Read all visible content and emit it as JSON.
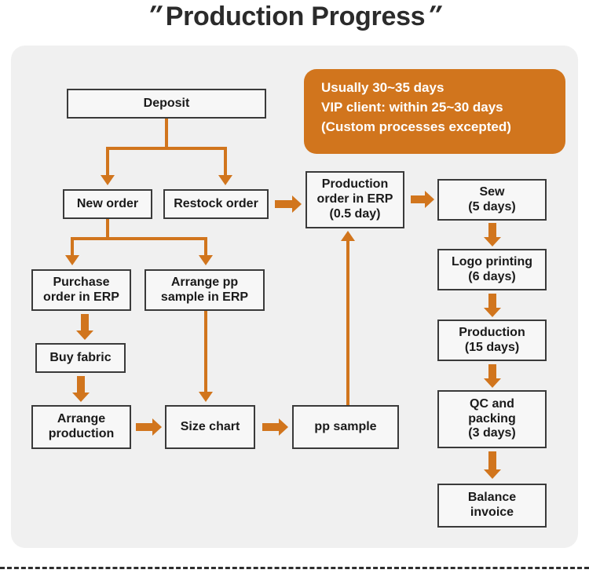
{
  "title": {
    "quote_left": "″",
    "text": "Production Progress",
    "quote_right": "″"
  },
  "colors": {
    "accent_orange": "#d1751d",
    "panel_background": "#f0f0f0",
    "node_border": "#3a3a3a",
    "node_fill": "#f7f7f7",
    "text": "#1a1a1a",
    "callout_text": "#ffffff"
  },
  "callout": {
    "line1": "Usually 30~35 days",
    "line2": "VIP client: within 25~30 days",
    "line3": "(Custom processes excepted)",
    "text": "Usually 30~35 days\nVIP client: within 25~30 days\n(Custom processes excepted)"
  },
  "nodes": {
    "deposit": {
      "label": "Deposit"
    },
    "new_order": {
      "label": "New order"
    },
    "restock_order": {
      "label": "Restock order"
    },
    "purchase_order": {
      "label": "Purchase\norder in ERP"
    },
    "arrange_pp": {
      "label": "Arrange pp\nsample in ERP"
    },
    "buy_fabric": {
      "label": "Buy fabric"
    },
    "arrange_production": {
      "label": "Arrange\nproduction"
    },
    "size_chart": {
      "label": "Size chart"
    },
    "pp_sample": {
      "label": "pp sample"
    },
    "production_order": {
      "label": "Production\norder in ERP\n(0.5 day)"
    },
    "sew": {
      "label": "Sew\n(5 days)"
    },
    "logo_printing": {
      "label": "Logo printing\n(6 days)"
    },
    "production": {
      "label": "Production\n(15 days)"
    },
    "qc_packing": {
      "label": "QC and\npacking\n(3 days)"
    },
    "balance_invoice": {
      "label": "Balance\ninvoice"
    }
  },
  "flow": {
    "edges": [
      "deposit -> new order",
      "deposit -> restock order",
      "new order -> purchase order in ERP",
      "new order -> arrange pp sample in ERP",
      "restock order -> production order in ERP",
      "purchase order in ERP -> buy fabric",
      "buy fabric -> arrange production",
      "arrange production -> size chart",
      "arrange pp sample in ERP -> size chart",
      "size chart -> pp sample",
      "pp sample -> production order in ERP",
      "production order in ERP -> sew",
      "sew -> logo printing",
      "logo printing -> production",
      "production -> QC and packing",
      "QC and packing -> balance invoice"
    ]
  }
}
